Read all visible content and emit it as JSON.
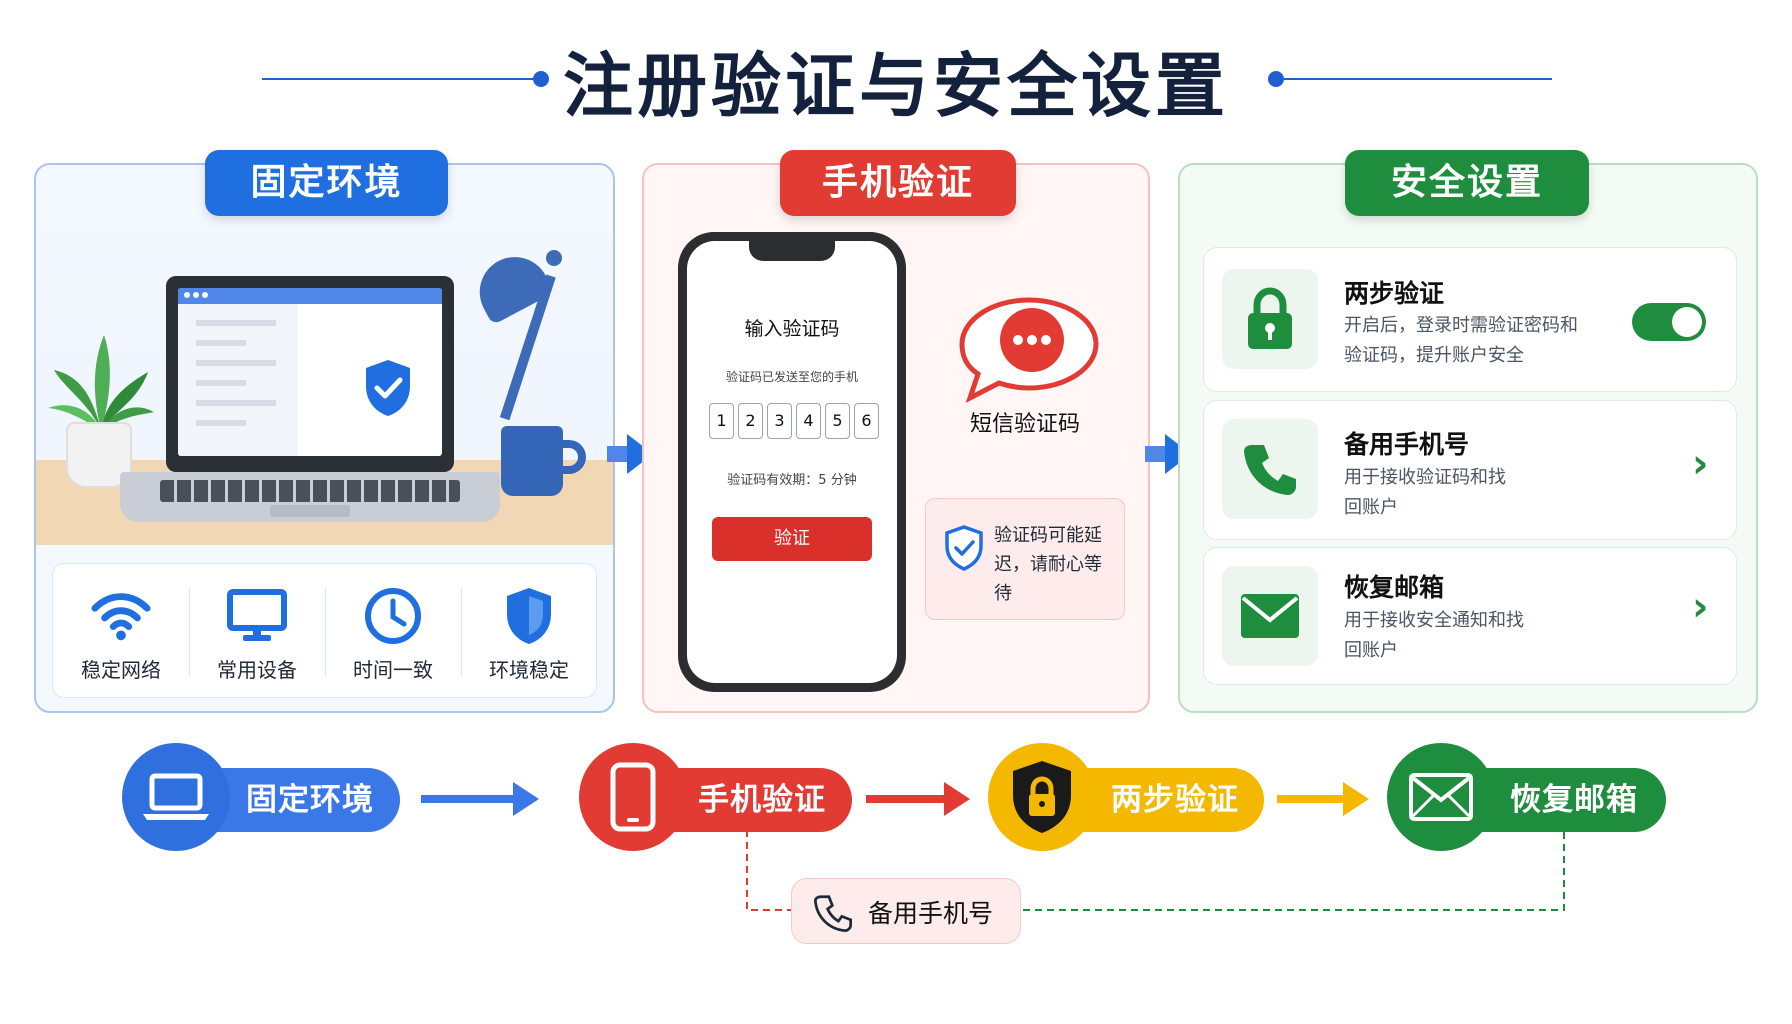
{
  "title": "注册验证与安全设置",
  "colors": {
    "blue": "#1f6fe0",
    "red": "#e23b34",
    "green": "#1e8e3e",
    "yellow": "#f5b800",
    "navy": "#14213d"
  },
  "panels": {
    "fixed_env": {
      "tag": "固定环境",
      "features": [
        {
          "icon": "wifi-icon",
          "label": "稳定网络"
        },
        {
          "icon": "monitor-icon",
          "label": "常用设备"
        },
        {
          "icon": "clock-icon",
          "label": "时间一致"
        },
        {
          "icon": "shield-icon",
          "label": "环境稳定"
        }
      ]
    },
    "phone_verify": {
      "tag": "手机验证",
      "screen_title": "输入验证码",
      "screen_subtitle": "验证码已发送至您的手机",
      "code_digits": [
        "1",
        "2",
        "3",
        "4",
        "5",
        "6"
      ],
      "validity": "验证码有效期：5 分钟",
      "verify_button": "验证",
      "sms_label": "短信验证码",
      "notice": "验证码可能延迟，请耐心等待"
    },
    "security": {
      "tag": "安全设置",
      "cards": [
        {
          "icon": "lock-icon",
          "title": "两步验证",
          "desc": "开启后，登录时需验证密码和验证码，提升账户安全",
          "control": "toggle",
          "toggle_on": true
        },
        {
          "icon": "phone-icon",
          "title": "备用手机号",
          "desc": "用于接收验证码和找回账户",
          "control": "chevron"
        },
        {
          "icon": "mail-icon",
          "title": "恢复邮箱",
          "desc": "用于接收安全通知和找回账户",
          "control": "chevron"
        }
      ]
    }
  },
  "flow": {
    "steps": [
      {
        "label": "固定环境",
        "icon": "laptop-icon",
        "color": "#3b78e7"
      },
      {
        "label": "手机验证",
        "icon": "phone-icon",
        "color": "#e23b34"
      },
      {
        "label": "两步验证",
        "icon": "lock-shield-icon",
        "color": "#f5b800"
      },
      {
        "label": "恢复邮箱",
        "icon": "mail-icon",
        "color": "#1e8e3e"
      }
    ],
    "backup_label": "备用手机号"
  }
}
